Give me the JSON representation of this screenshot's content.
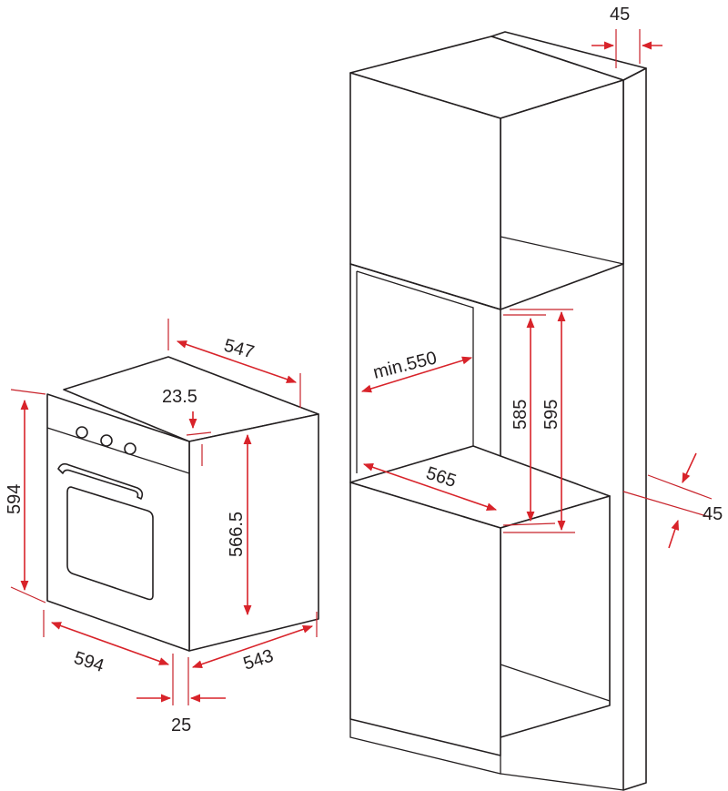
{
  "colors": {
    "line": "#231f20",
    "dimension": "#d8232a"
  },
  "oven": {
    "depth_top": "547",
    "panel_offset": "23.5",
    "height": "594",
    "inner_height": "566.5",
    "width": "594",
    "depth_side": "543",
    "panel_thickness": "25"
  },
  "cabinet": {
    "top_gap": "45",
    "depth_min": "min.550",
    "width": "565",
    "height_inner": "585",
    "height_outer": "595",
    "rear_gap": "45"
  }
}
